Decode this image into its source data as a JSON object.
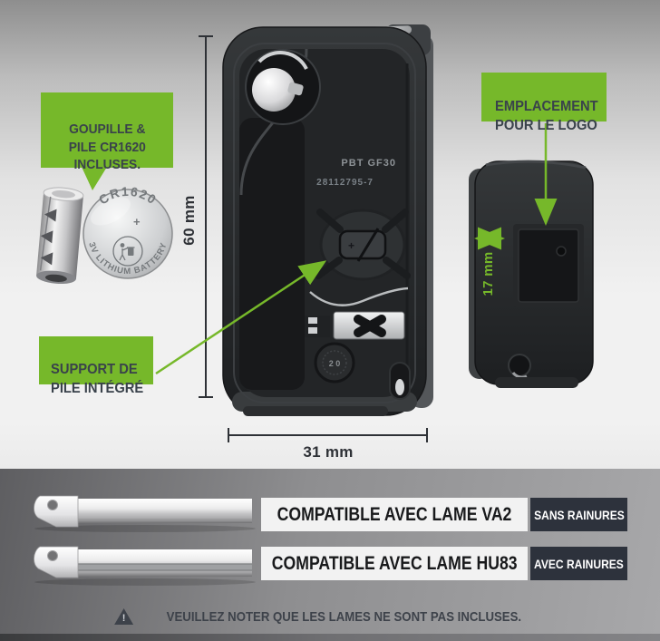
{
  "annotations": {
    "pin_battery": {
      "text": "GOUPILLE &\nPILE CR1620\nINCLUSES."
    },
    "battery_support": {
      "text": "SUPPORT DE\nPILE INTÉGRÉ"
    },
    "logo_spot": {
      "text": "EMPLACEMENT\nPOUR LE LOGO"
    }
  },
  "dimensions": {
    "height": "60 mm",
    "width": "31 mm",
    "depth": "17 mm"
  },
  "battery": {
    "model": "CR1620",
    "polarity": "+",
    "spec": "3V LITHIUM BATTERY"
  },
  "case_markings": {
    "material": "PBT GF30",
    "mold_number": "28112795-7",
    "date_wheel": "2 0"
  },
  "compatibility": {
    "rows": [
      {
        "label": "COMPATIBLE AVEC LAME VA2",
        "badge": "SANS RAINURES"
      },
      {
        "label": "COMPATIBLE AVEC LAME HU83",
        "badge": "AVEC RAINURES"
      }
    ]
  },
  "notice": {
    "exclamation": "!",
    "text": "VEUILLEZ NOTER QUE LES LAMES NE SONT PAS INCLUSES."
  },
  "colors": {
    "accent_green": "#76B82A",
    "annotation_text": "#39424B",
    "badge_bg": "#2D323C",
    "compat_bg": "#F2F2F2",
    "dimension_line": "#2E3136"
  }
}
